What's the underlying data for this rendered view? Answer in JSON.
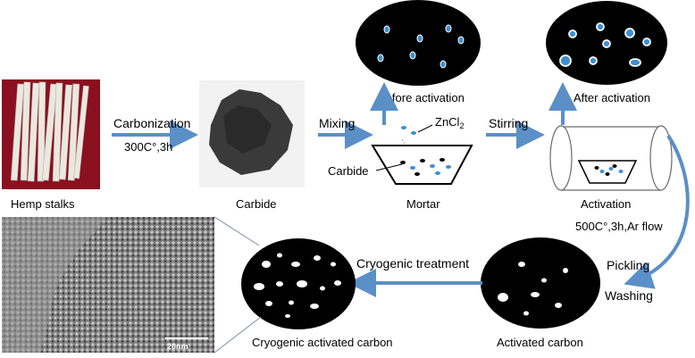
{
  "labels": {
    "hemp_stalks": "Hemp stalks",
    "carbonization": "Carbonization",
    "carbonization_cond": "300C°,3h",
    "carbide_top": "Carbide",
    "mixing": "Mixing",
    "zncl": "ZnCl",
    "zncl_sub": "2",
    "carbide_in_mortar": "Carbide",
    "mortar": "Mortar",
    "before_activation": "Before activation",
    "stirring": "Stirring",
    "after_activation": "After activation",
    "activation": "Activation",
    "activation_cond": "500C°,3h,Ar flow",
    "pickling": "Pickling",
    "washing": "Washing",
    "activated_carbon": "Activated carbon",
    "cryogenic_treatment": "Cryogenic treatment",
    "cryogenic_carbon": "Cryogenic activated carbon",
    "scale_bar": "20nm"
  },
  "colors": {
    "arrow": "#5b8fc7",
    "disc": "#000000",
    "pore_blue": "#3d8fd1",
    "hemp_bg": "#8a1020",
    "stalk": "#ece8e0"
  }
}
